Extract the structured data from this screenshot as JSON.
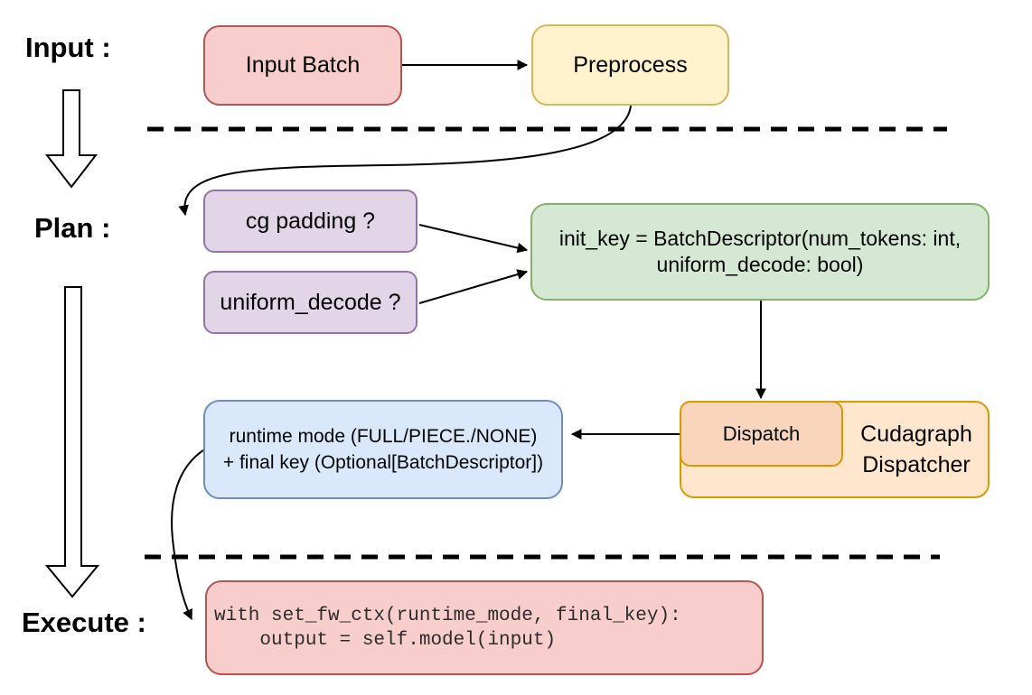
{
  "stages": {
    "input": "Input :",
    "plan": "Plan :",
    "execute": "Execute :"
  },
  "nodes": {
    "input_batch": {
      "label": "Input Batch",
      "fill": "#F8CECC",
      "border": "#B85450"
    },
    "preprocess": {
      "label": "Preprocess",
      "fill": "#FFF2CC",
      "border": "#D6B656"
    },
    "cg_padding": {
      "label": "cg padding ?",
      "fill": "#E1D5E7",
      "border": "#9673A6"
    },
    "uniform_decode": {
      "label": "uniform_decode ?",
      "fill": "#E1D5E7",
      "border": "#9673A6"
    },
    "init_key": {
      "label": "init_key = BatchDescriptor(num_tokens: int,\nuniform_decode: bool)",
      "fill": "#D5E8D4",
      "border": "#82B366"
    },
    "cudagraph_dispatcher": {
      "label": "Cudagraph\nDispatcher",
      "fill": "#FFE6CC",
      "border": "#D79B00"
    },
    "dispatch": {
      "label": "Dispatch",
      "fill": "#F9D6BB",
      "border": "#D79B00"
    },
    "runtime_mode": {
      "label": "runtime mode (FULL/PIECE./NONE)\n+ final key (Optional[BatchDescriptor])",
      "fill": "#DAE8FC",
      "border": "#6C8EBF"
    },
    "execute_code": {
      "label": "with set_fw_ctx(runtime_mode, final_key):\n    output = self.model(input)",
      "fill": "#F8CECC",
      "border": "#B85450"
    }
  },
  "style": {
    "arrow_color": "#000000",
    "divider_color": "#000000",
    "text_color": "#000000"
  }
}
